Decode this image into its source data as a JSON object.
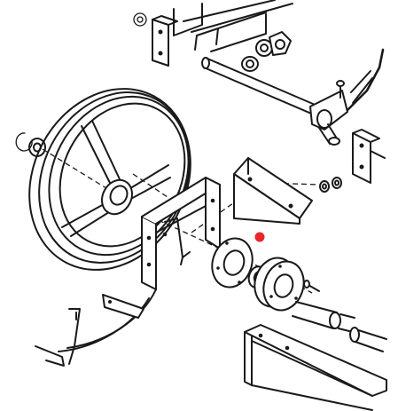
{
  "diagram": {
    "description_free": true,
    "colors": {
      "line": "#1a1a1a",
      "background": "#ffffff",
      "marker": "#e8262a"
    },
    "marker": {
      "shape": "dot",
      "color": "#e8262a"
    },
    "parts": [
      "pulley-wheel",
      "wheel-hub",
      "spokes",
      "snap-ring-left",
      "washer-left",
      "mount-bracket",
      "u-bracket",
      "gasket-flange",
      "bearing",
      "bearing-flange",
      "bolt",
      "spindle-shaft",
      "frame-rail",
      "top-frame",
      "top-shaft",
      "shaft-bracket",
      "nuts",
      "washers",
      "end-bracket",
      "lower-strap"
    ]
  }
}
